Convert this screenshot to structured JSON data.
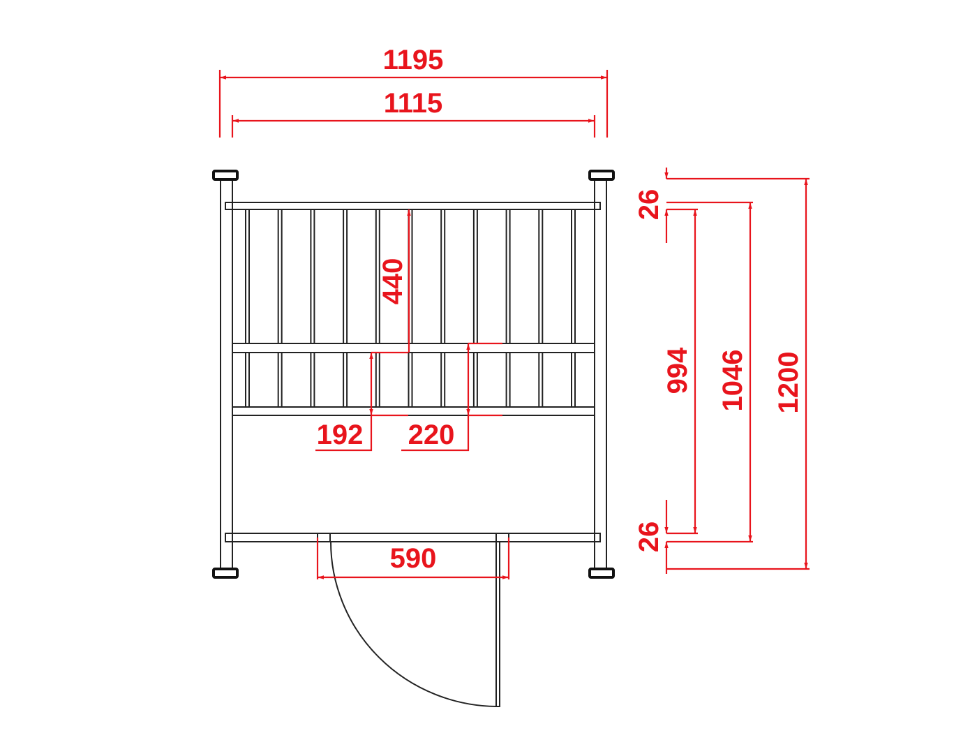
{
  "drawing": {
    "title": "Gate panel with door - plan dimensions",
    "accent_color": "#e8141c",
    "line_color": "#222222",
    "dimensions": {
      "overall_width": "1195",
      "inner_width": "1115",
      "upper_panel_height": "440",
      "lower_panel_height": "192",
      "lower_panel_pitch": "220",
      "door_width": "590",
      "top_offset": "26",
      "bottom_offset": "26",
      "inner_height": "994",
      "rail_height": "1046",
      "overall_height": "1200"
    }
  }
}
